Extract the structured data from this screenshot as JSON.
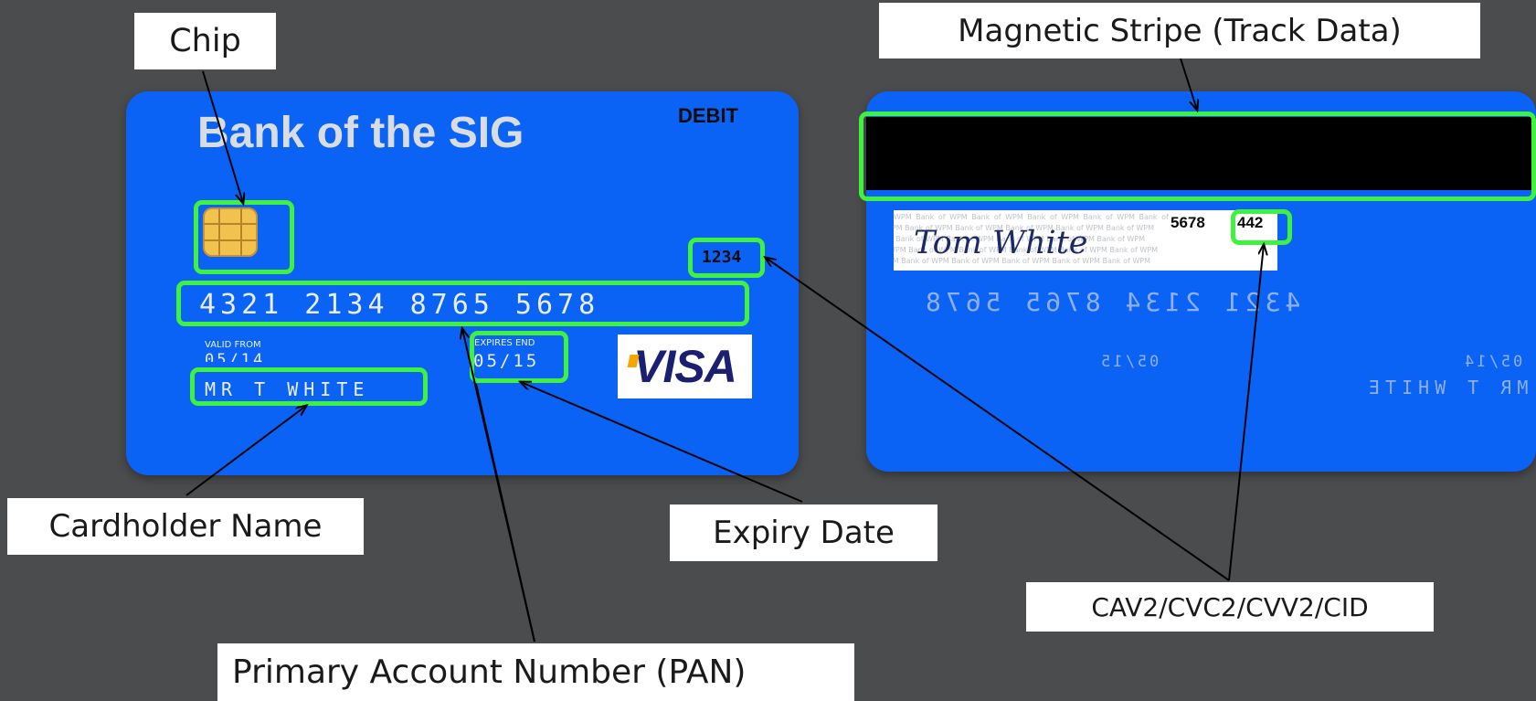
{
  "labels": {
    "chip": "Chip",
    "magstripe": "Magnetic Stripe (Track Data)",
    "cardholder": "Cardholder Name",
    "expiry": "Expiry Date",
    "cvv": "CAV2/CVC2/CVV2/CID",
    "pan": "Primary Account Number (PAN)"
  },
  "front": {
    "bank_name": "Bank of the SIG",
    "card_type": "DEBIT",
    "pan": "4321 2134 8765 5678",
    "last_four": "1234",
    "valid_from_label": "VALID FROM",
    "valid_from": "05/14",
    "expires_label": "EXPIRES END",
    "expires": "05/15",
    "cardholder_name": "MR T WHITE",
    "network_logo": "VISA"
  },
  "back": {
    "signature_pattern": "WPM Bank of WPM Bank of WPM Bank of WPM Bank of WPM Bank of WPM",
    "signature": "Tom White",
    "signature_digits": "5678",
    "cvv": "442",
    "mirrored_pan": "4321 2134 8765 5678",
    "mirrored_expiry": "05/15",
    "mirrored_valid": "05/14",
    "mirrored_name": "MR T WHITE"
  },
  "colors": {
    "background": "#4b4c4e",
    "card_blue": "#0a63f5",
    "highlight_green": "#3ef23e",
    "visa_blue": "#1a1f71",
    "chip_gold": "#f2c24e"
  }
}
